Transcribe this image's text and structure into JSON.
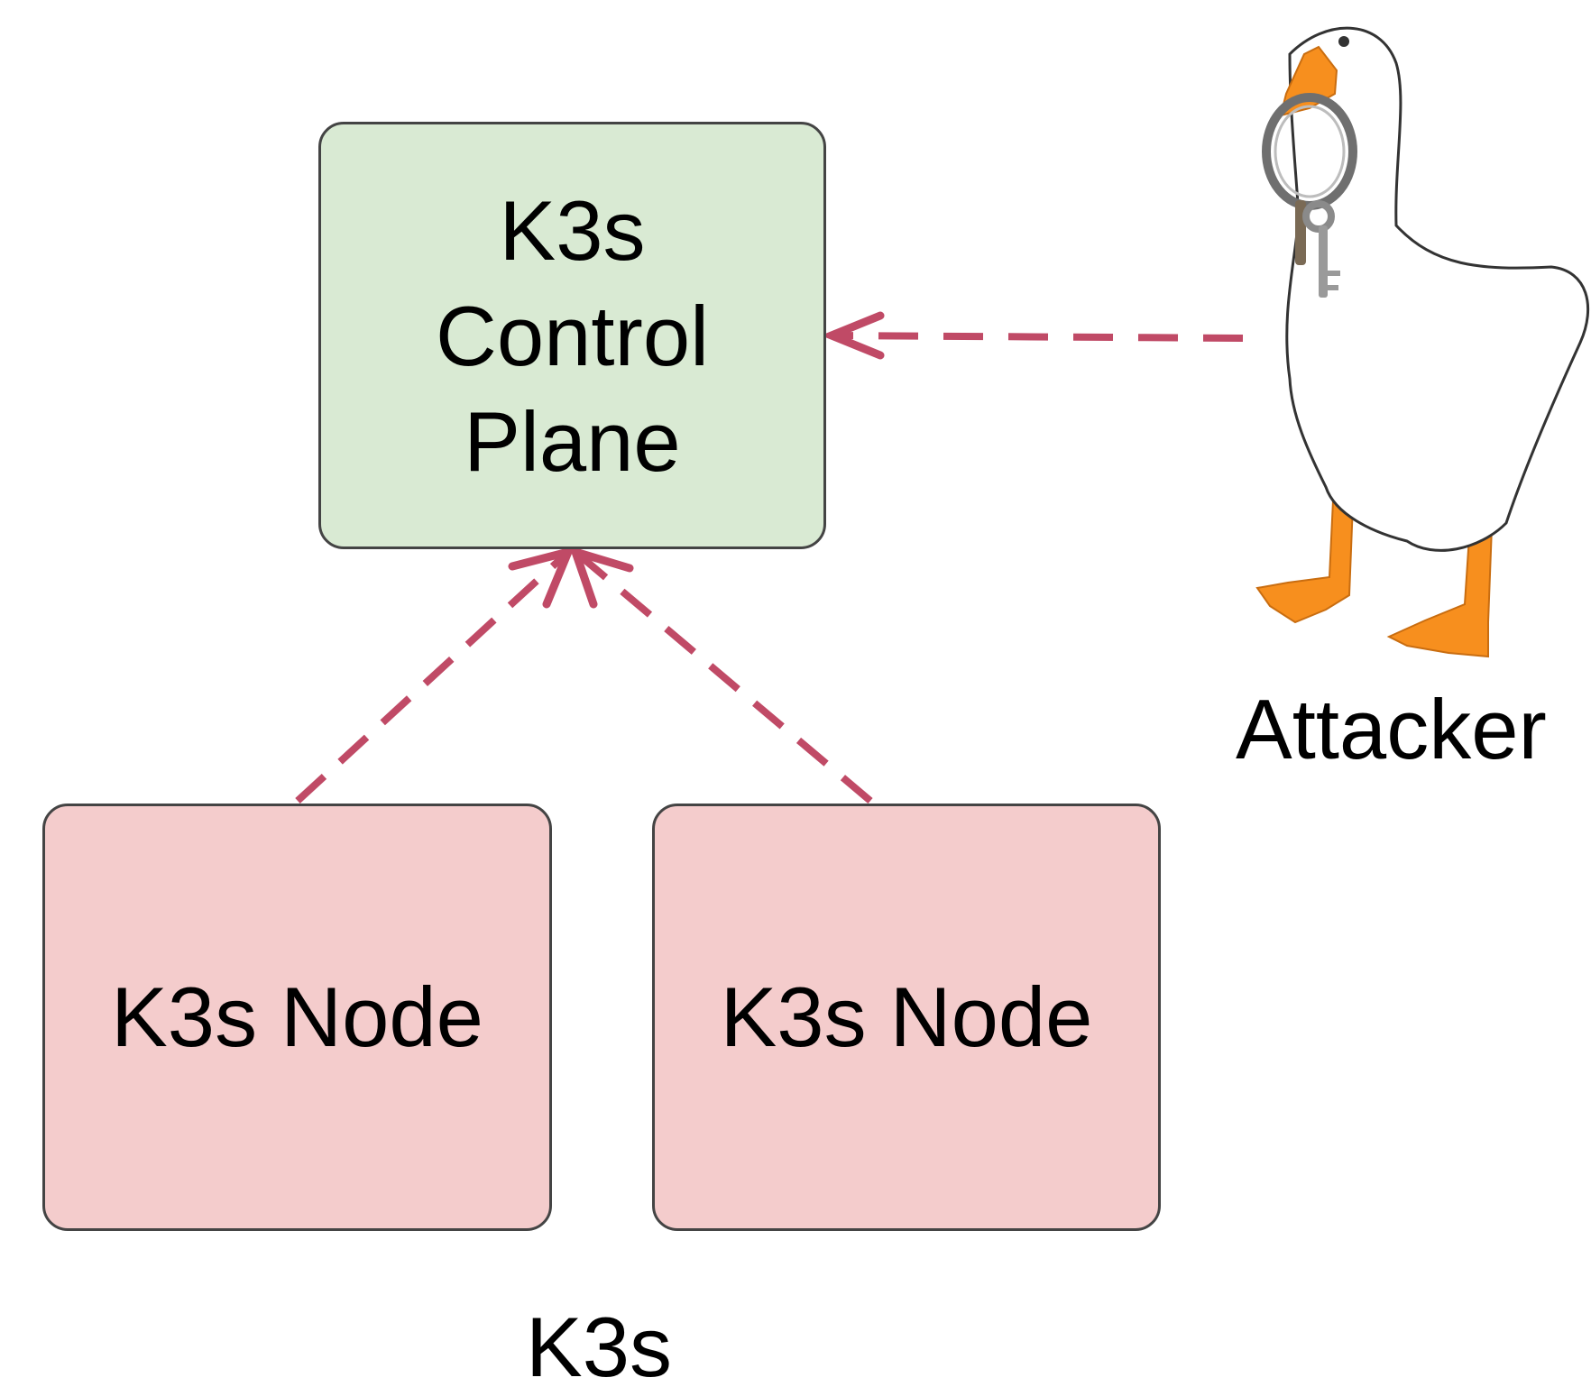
{
  "colors": {
    "control_plane_fill": "#d9ead3",
    "node_fill": "#f4cccc",
    "arrow": "#c04a66",
    "border": "#444444",
    "goose_body": "#ffffff",
    "goose_beak_feet": "#f78f1e"
  },
  "control_plane": {
    "label": "K3s\nControl\nPlane"
  },
  "nodes": [
    {
      "label": "K3s Node"
    },
    {
      "label": "K3s Node"
    }
  ],
  "attacker": {
    "label": "Attacker",
    "icon": "goose-with-keys-icon"
  },
  "cluster": {
    "label": "K3s"
  }
}
